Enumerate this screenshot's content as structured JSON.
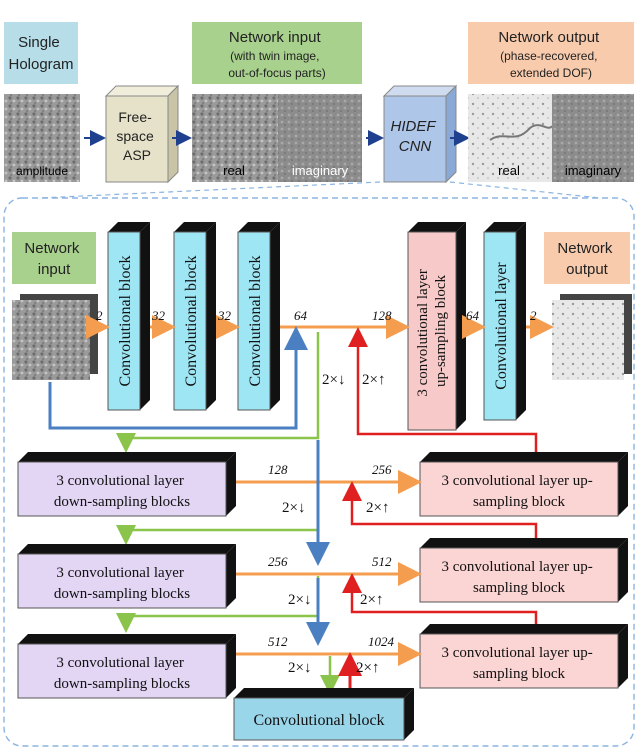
{
  "top": {
    "hologram_label": [
      "Single",
      "Hologram"
    ],
    "amplitude_label": "amplitude",
    "asp_label": [
      "Free-",
      "space",
      "ASP"
    ],
    "network_input_header": [
      "Network input",
      "(with twin image,",
      "out-of-focus parts)"
    ],
    "input_real_label": "real",
    "input_imag_label": "imaginary",
    "cnn_label": [
      "HIDEF",
      "CNN"
    ],
    "network_output_header": [
      "Network output",
      "(phase-recovered,",
      "extended DOF)"
    ],
    "output_real_label": "real",
    "output_imag_label": "imaginary"
  },
  "detail": {
    "network_input_label": [
      "Network",
      "input"
    ],
    "network_output_label": [
      "Network",
      "output"
    ],
    "conv_block_label": "Convolutional block",
    "upsample_block_label": [
      "3 convolutional layer",
      "up-sampling block"
    ],
    "conv_layer_label": "Convolutional layer",
    "down_block_label": [
      "3 convolutional layer",
      "down-sampling blocks"
    ],
    "up_block_label": [
      "3 convolutional layer up-",
      "sampling block"
    ],
    "bottom_block_label": "Convolutional block",
    "down_op": "2×↓",
    "up_op": "2×↑",
    "channels": {
      "c_in": "2",
      "c1": "32",
      "c2": "32",
      "c3": "64",
      "c4": "128",
      "c5": "64",
      "c_out": "2",
      "l1_down": "128",
      "l1_up": "256",
      "l2_down": "256",
      "l2_up": "512",
      "l3_down": "512",
      "l3_up": "1024"
    }
  },
  "colors": {
    "blue_label": "#b7dde8",
    "green_label": "#a9d18e",
    "orange_label": "#f8cbad",
    "asp_box": "#e6e2c9",
    "cnn_box": "#aec6e8",
    "conv_cyan": "#9fe6f4",
    "upsample_pink": "#f7c9c9",
    "down_lavender": "#e3d6f5",
    "up_pink": "#fbd4d4",
    "bottom_block": "#9ad6ea",
    "arrow_orange": "#f59d4f",
    "arrow_green": "#8ac44b",
    "arrow_blue": "#4a7fc2",
    "arrow_red": "#e02020",
    "dark_arrow": "#1f3f8f"
  }
}
